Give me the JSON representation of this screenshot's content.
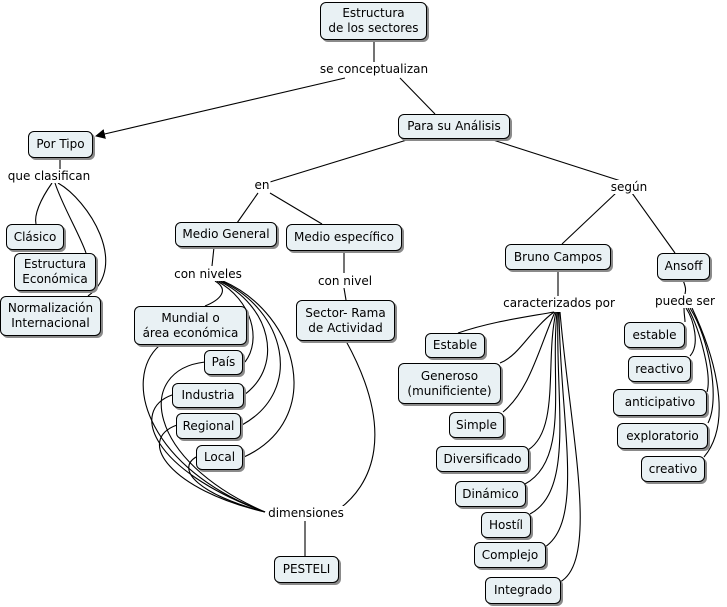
{
  "nodes": {
    "root": "Estructura\nde los sectores",
    "por_tipo": "Por Tipo",
    "para_analisis": "Para su Análisis",
    "clasico": "Clásico",
    "estructura_economica": "Estructura\nEconómica",
    "normalizacion": "Normalización\nInternacional",
    "medio_general": "Medio General",
    "medio_especifico": "Medio específico",
    "mundial": "Mundial o\nárea económica",
    "pais": "País",
    "industria": "Industria",
    "regional": "Regional",
    "local": "Local",
    "sector_rama": "Sector- Rama\nde Actividad",
    "pesteli": "PESTELI",
    "bruno_campos": "Bruno Campos",
    "ansoff": "Ansoff",
    "estable_bc": "Estable",
    "generoso": "Generoso\n(munificiente)",
    "simple": "Simple",
    "diversificado": "Diversificado",
    "dinamico": "Dinámico",
    "hostil": "Hostíl",
    "complejo": "Complejo",
    "integrado": "Integrado",
    "estable_an": "estable",
    "reactivo": "reactivo",
    "anticipativo": "anticipativo",
    "exploratorio": "exploratorio",
    "creativo": "creativo"
  },
  "links": {
    "se_conceptualizan": "se conceptualizan",
    "que_clasifican": "que clasifican",
    "en": "en",
    "segun": "según",
    "con_niveles": "con niveles",
    "con_nivel": "con nivel",
    "caracterizados_por": "caracterizados por",
    "puede_ser": "puede ser",
    "dimensiones": "dimensiones"
  },
  "colors": {
    "node_fill": "#e9f1f4",
    "line": "#000000",
    "shadow": "#8a8a8a"
  }
}
